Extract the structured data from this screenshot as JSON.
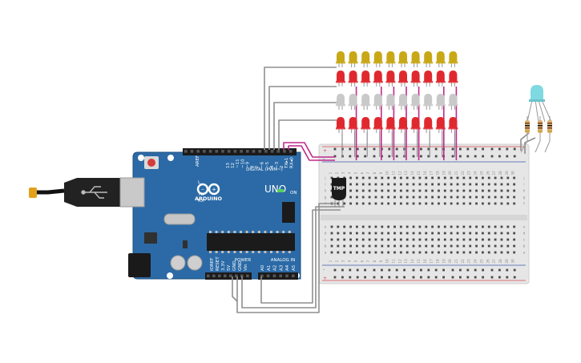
{
  "board": {
    "brand": "ARDUINO",
    "model": "UNO",
    "digital_label": "DIGITAL (PWM~)",
    "power_label": "POWER",
    "analog_label": "ANALOG IN",
    "on_label": "ON",
    "l_label": "L",
    "tx_label": "TX",
    "rx_label": "RX",
    "aref_label": "AREF",
    "gnd_label": "GND",
    "digital_pins": [
      "13",
      "12",
      "~11",
      "~10",
      "~9",
      "8",
      "7",
      "~6",
      "~5",
      "4",
      "~3",
      "2",
      "TX▸1",
      "RX◂0"
    ],
    "power_pins": [
      "IOREF",
      "RESET",
      "3.3V",
      "5V",
      "GND",
      "GND",
      "Vin"
    ],
    "analog_pins": [
      "A0",
      "A1",
      "A2",
      "A3",
      "A4",
      "A5"
    ]
  },
  "sensor": {
    "label": "TMP"
  },
  "breadboard": {
    "row_letters_top": [
      "j",
      "i",
      "h",
      "g",
      "f"
    ],
    "row_letters_bottom": [
      "e",
      "d",
      "c",
      "b",
      "a"
    ],
    "rail_plus": "+",
    "rail_minus": "-",
    "column_numbers": [
      "1",
      "2",
      "3",
      "4",
      "5",
      "6",
      "7",
      "8",
      "9",
      "10",
      "11",
      "12",
      "13",
      "14",
      "15",
      "16",
      "17",
      "18",
      "19",
      "20",
      "21",
      "22",
      "23",
      "24",
      "25",
      "26",
      "27",
      "28",
      "29",
      "30"
    ]
  },
  "leds": {
    "rows": [
      {
        "color": "#c8a816",
        "count": 10
      },
      {
        "color": "#e0292f",
        "count": 10
      },
      {
        "color": "#c9c9c9",
        "count": 10
      },
      {
        "color": "#e0292f",
        "count": 10
      }
    ],
    "rgb_led_color": "#7fd9e0"
  },
  "colors": {
    "board": "#2b6aa6",
    "breadboard": "#e6e6e6",
    "wire_gray": "#8f8f8f",
    "wire_magenta": "#c02a8c",
    "rail_red": "#d8484a",
    "rail_blue": "#3b5ea8"
  }
}
